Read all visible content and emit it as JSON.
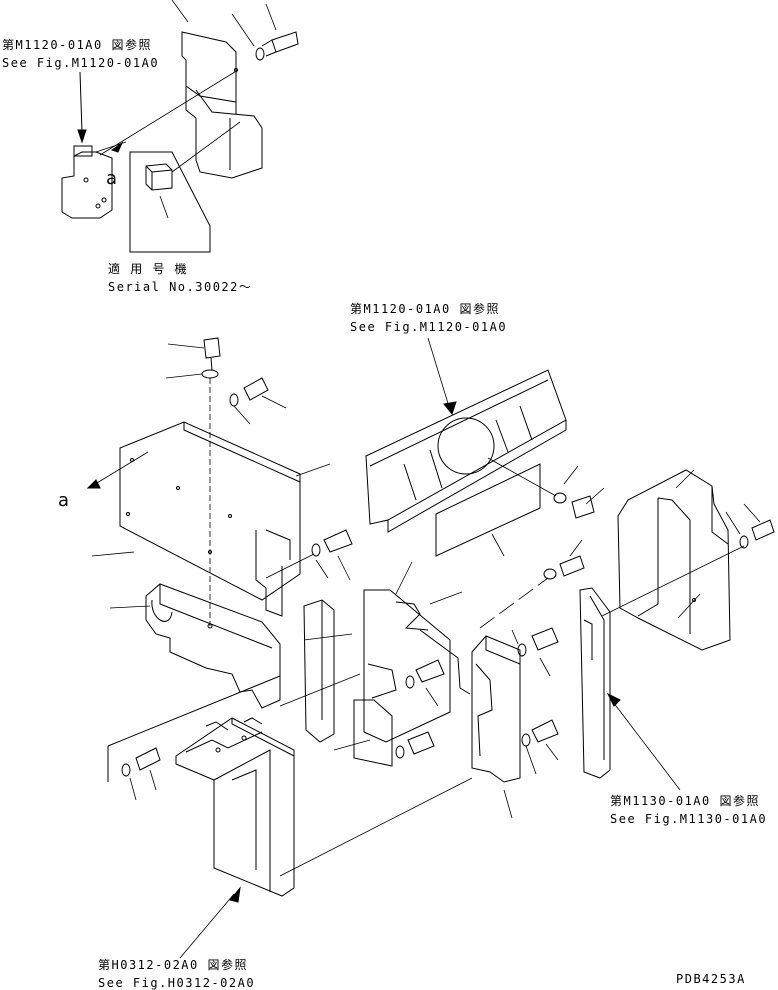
{
  "refs": {
    "top_left_jp": "第M1120-01A0 図参照",
    "top_left_en": "See Fig.M1120-01A0",
    "serial_jp": "適 用 号 機",
    "serial_en": "Serial No.30022～",
    "top_center_jp": "第M1120-01A0 図参照",
    "top_center_en": "See Fig.M1120-01A0",
    "right_jp": "第M1130-01A0 図参照",
    "right_en": "See Fig.M1130-01A0",
    "bottom_jp": "第H0312-02A0 図参照",
    "bottom_en": "See Fig.H0312-02A0"
  },
  "markers": {
    "a_detail": "a",
    "a_main": "a"
  },
  "drawing_code": "PDB4253A"
}
